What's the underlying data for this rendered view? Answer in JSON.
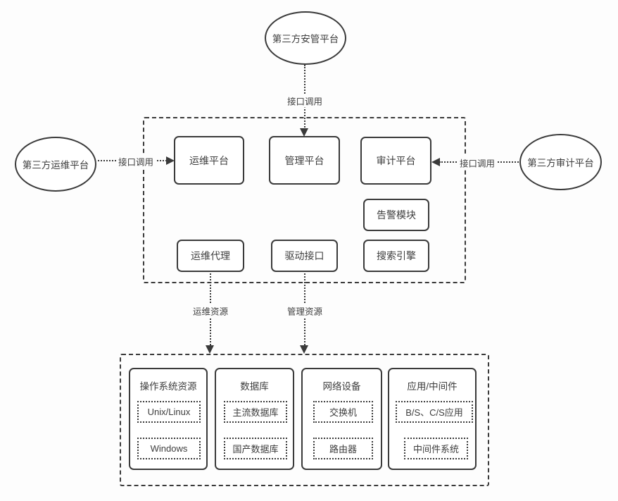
{
  "colors": {
    "background": "#fdfdfd",
    "line": "#3a3a3a",
    "text": "#3d3d3d"
  },
  "external_platforms": {
    "top": {
      "label": "第三方安管平台"
    },
    "left": {
      "label": "第三方运维平台"
    },
    "right": {
      "label": "第三方审计平台"
    }
  },
  "arrows": {
    "top_label": "接口调用",
    "left_label": "接口调用",
    "right_label": "接口调用",
    "oam_resource_label": "运维资源",
    "mgmt_resource_label": "管理资源"
  },
  "core_system": {
    "modules": {
      "oam_platform": "运维平台",
      "mgmt_platform": "管理平台",
      "audit_platform": "审计平台",
      "alert_module": "告警模块",
      "oam_agent": "运维代理",
      "driver_interface": "驱动接口",
      "search_engine": "搜索引擎"
    }
  },
  "resources": {
    "groups": [
      {
        "title": "操作系统资源",
        "items": [
          "Unix/Linux",
          "Windows"
        ]
      },
      {
        "title": "数据库",
        "items": [
          "主流数据库",
          "国产数据库"
        ]
      },
      {
        "title": "网络设备",
        "items": [
          "交换机",
          "路由器"
        ]
      },
      {
        "title": "应用/中间件",
        "items": [
          "B/S、C/S应用",
          "中间件系统"
        ]
      }
    ]
  }
}
